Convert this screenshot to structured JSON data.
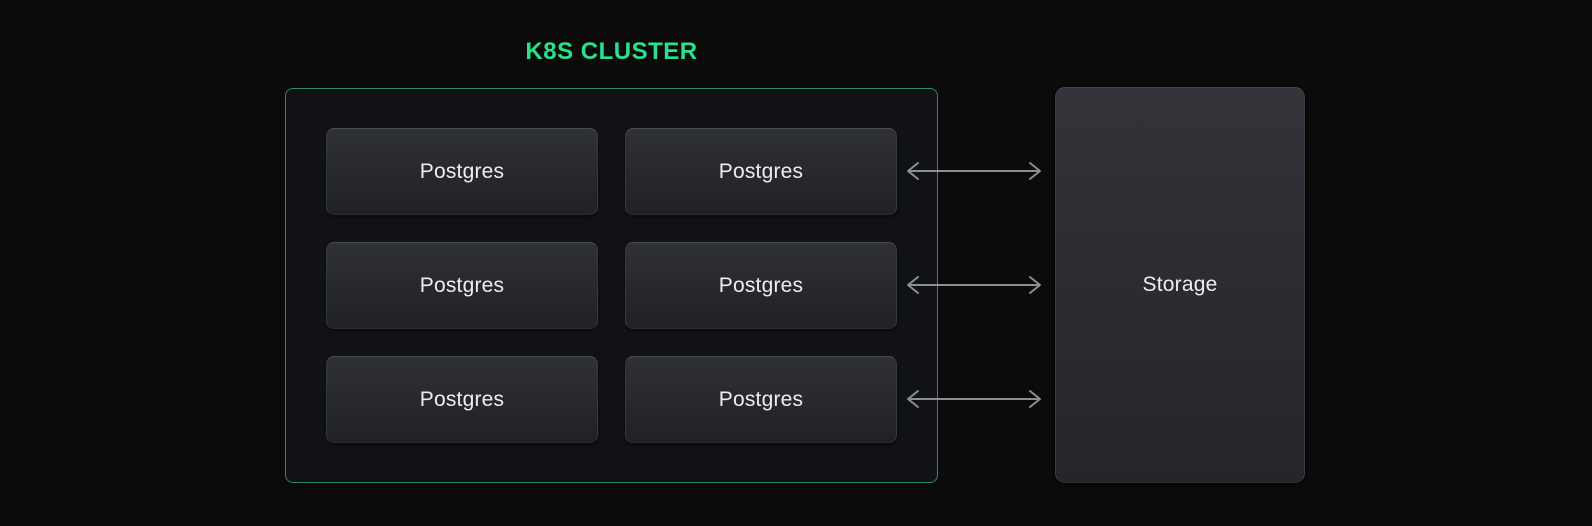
{
  "diagram": {
    "cluster": {
      "title": "K8S CLUSTER",
      "nodes": [
        {
          "id": "postgres-1",
          "label": "Postgres"
        },
        {
          "id": "postgres-2",
          "label": "Postgres"
        },
        {
          "id": "postgres-3",
          "label": "Postgres"
        },
        {
          "id": "postgres-4",
          "label": "Postgres"
        },
        {
          "id": "postgres-5",
          "label": "Postgres"
        },
        {
          "id": "postgres-6",
          "label": "Postgres"
        }
      ]
    },
    "storage": {
      "label": "Storage"
    },
    "arrows": [
      {
        "type": "bidirectional",
        "connects": [
          "postgres-row-1",
          "storage"
        ]
      },
      {
        "type": "bidirectional",
        "connects": [
          "postgres-row-2",
          "storage"
        ]
      },
      {
        "type": "bidirectional",
        "connects": [
          "postgres-row-3",
          "storage"
        ]
      }
    ],
    "colors": {
      "background": "#0b0b0c",
      "accent_green": "#2ae08d",
      "cluster_border": "#2f8a60",
      "arrow": "#8b8e93",
      "node_text": "#eceef0"
    }
  }
}
